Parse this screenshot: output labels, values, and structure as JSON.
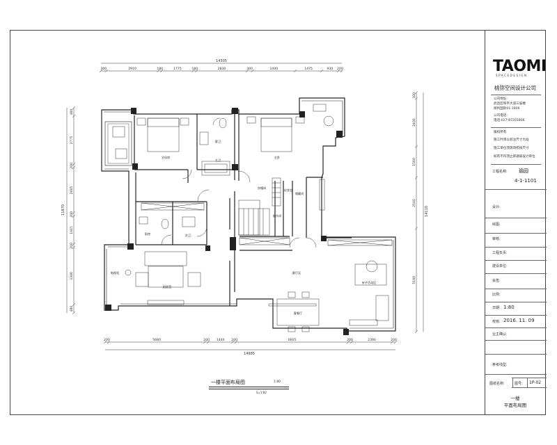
{
  "title_block": {
    "logo": "TAOMI",
    "logo_sub": "SPACEDESIGN",
    "company": "桃弥空间设计公司",
    "address_label": "公司地址:",
    "address_line1": "武昌区和平大道三层楼",
    "address_line2": "保利国际01-1806",
    "phone_label": "公司电话:",
    "phone": "电话:027-87201806",
    "copyright_title": "版权所有",
    "note1": "施工时须以标注尺寸为准",
    "note2": "施工单位须现场校核尺寸",
    "note3": "如有不符须立即通知设计单位",
    "project_label": "工程名称:",
    "project_name": "瑜园",
    "project_code": "4-1-1101",
    "design_label": "设计:",
    "draw_label": "绘图:",
    "review_label": "审核:",
    "pm_label": "工程负责:",
    "builder_label": "建设单位:",
    "meeting_label": "会签:",
    "ratio_label": "比例:",
    "date_label": "日期:",
    "date_value": "1:80",
    "check_label": "校核:",
    "check_value": "2016. 11. 09",
    "owner_label": "业主确认:",
    "ref_label": "参考线型:",
    "drawing_label": "图纸名称:",
    "number_label": "图号:",
    "number_value": "1P-02",
    "drawing_name_line1": "一楼",
    "drawing_name_line2": "平面布局图"
  },
  "plan": {
    "title": "一楼平面布局图",
    "scale": "1:80",
    "subtitle": "S=1:82",
    "top_total": "14305",
    "top_dims": [
      "300",
      "2910",
      "180",
      "1775",
      "180",
      "2830",
      "300",
      "2400",
      "1475",
      "930",
      "200"
    ],
    "bottom_total": "14985",
    "bottom_dims": [
      "200",
      "5680",
      "200",
      "1440",
      "200",
      "6605",
      "200",
      "2390",
      "200"
    ],
    "left_total": "11870",
    "left_dims": [
      "480",
      "2775",
      "200",
      "2605",
      "200",
      "1615",
      "200",
      "3300",
      "480"
    ],
    "right_total": "14110",
    "right_dims": [
      "300",
      "2400",
      "1560",
      "2540",
      "5160"
    ],
    "rooms": [
      "父母房",
      "主卧",
      "客卫",
      "主卫",
      "衣帽间",
      "次卫",
      "厨房",
      "操作间",
      "起居室",
      "客厅区",
      "客餐厅",
      "亲子活动区",
      "化妆台",
      "储藏间",
      "电视柜"
    ]
  }
}
